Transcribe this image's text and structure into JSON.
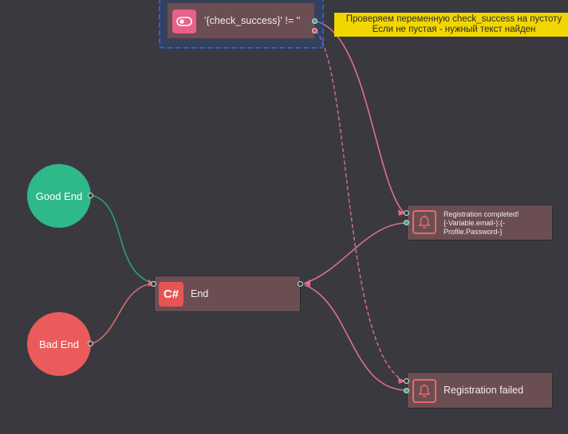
{
  "canvas": {
    "background": "#3a3940",
    "wire_pink": "#e06f8b",
    "wire_green": "#2f9e7c",
    "wire_salmon": "#d96a6a"
  },
  "condition_node": {
    "icon": "toggle-icon",
    "expression": "'{check_success}' != ''"
  },
  "note": {
    "line1": "Проверяем переменную check_success на пустоту",
    "line2": "Если не пустая - нужный текст найден"
  },
  "good_end": {
    "label": "Good End",
    "color": "#2fb88a"
  },
  "bad_end": {
    "label": "Bad End",
    "color": "#ec5b5b"
  },
  "end_node": {
    "icon_text": "C#",
    "label": "End"
  },
  "notify_success": {
    "icon": "bell-icon",
    "line1": "Registration completed!",
    "line2": "{-Variable.email-}:{-",
    "line3": "Profile.Password-}"
  },
  "notify_failed": {
    "icon": "bell-icon",
    "label": "Registration failed"
  }
}
